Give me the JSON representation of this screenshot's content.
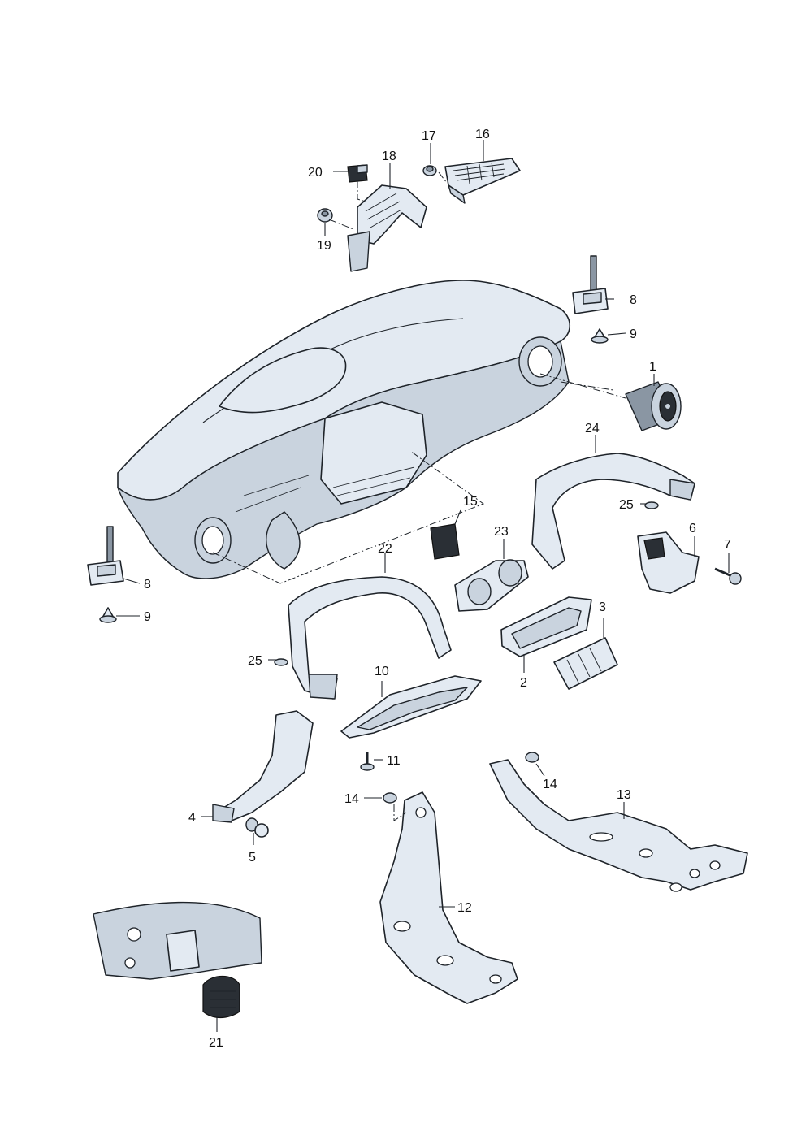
{
  "callouts": {
    "c1": "1",
    "c2": "2",
    "c3": "3",
    "c4": "4",
    "c5": "5",
    "c6": "6",
    "c7": "7",
    "c8a": "8",
    "c8b": "8",
    "c9a": "9",
    "c9b": "9",
    "c10": "10",
    "c11": "11",
    "c12": "12",
    "c13": "13",
    "c14a": "14",
    "c14b": "14",
    "c15": "15",
    "c16": "16",
    "c17": "17",
    "c18": "18",
    "c19": "19",
    "c20": "20",
    "c21": "21",
    "c22": "22",
    "c23": "23",
    "c24": "24",
    "c25a": "25",
    "c25b": "25"
  }
}
